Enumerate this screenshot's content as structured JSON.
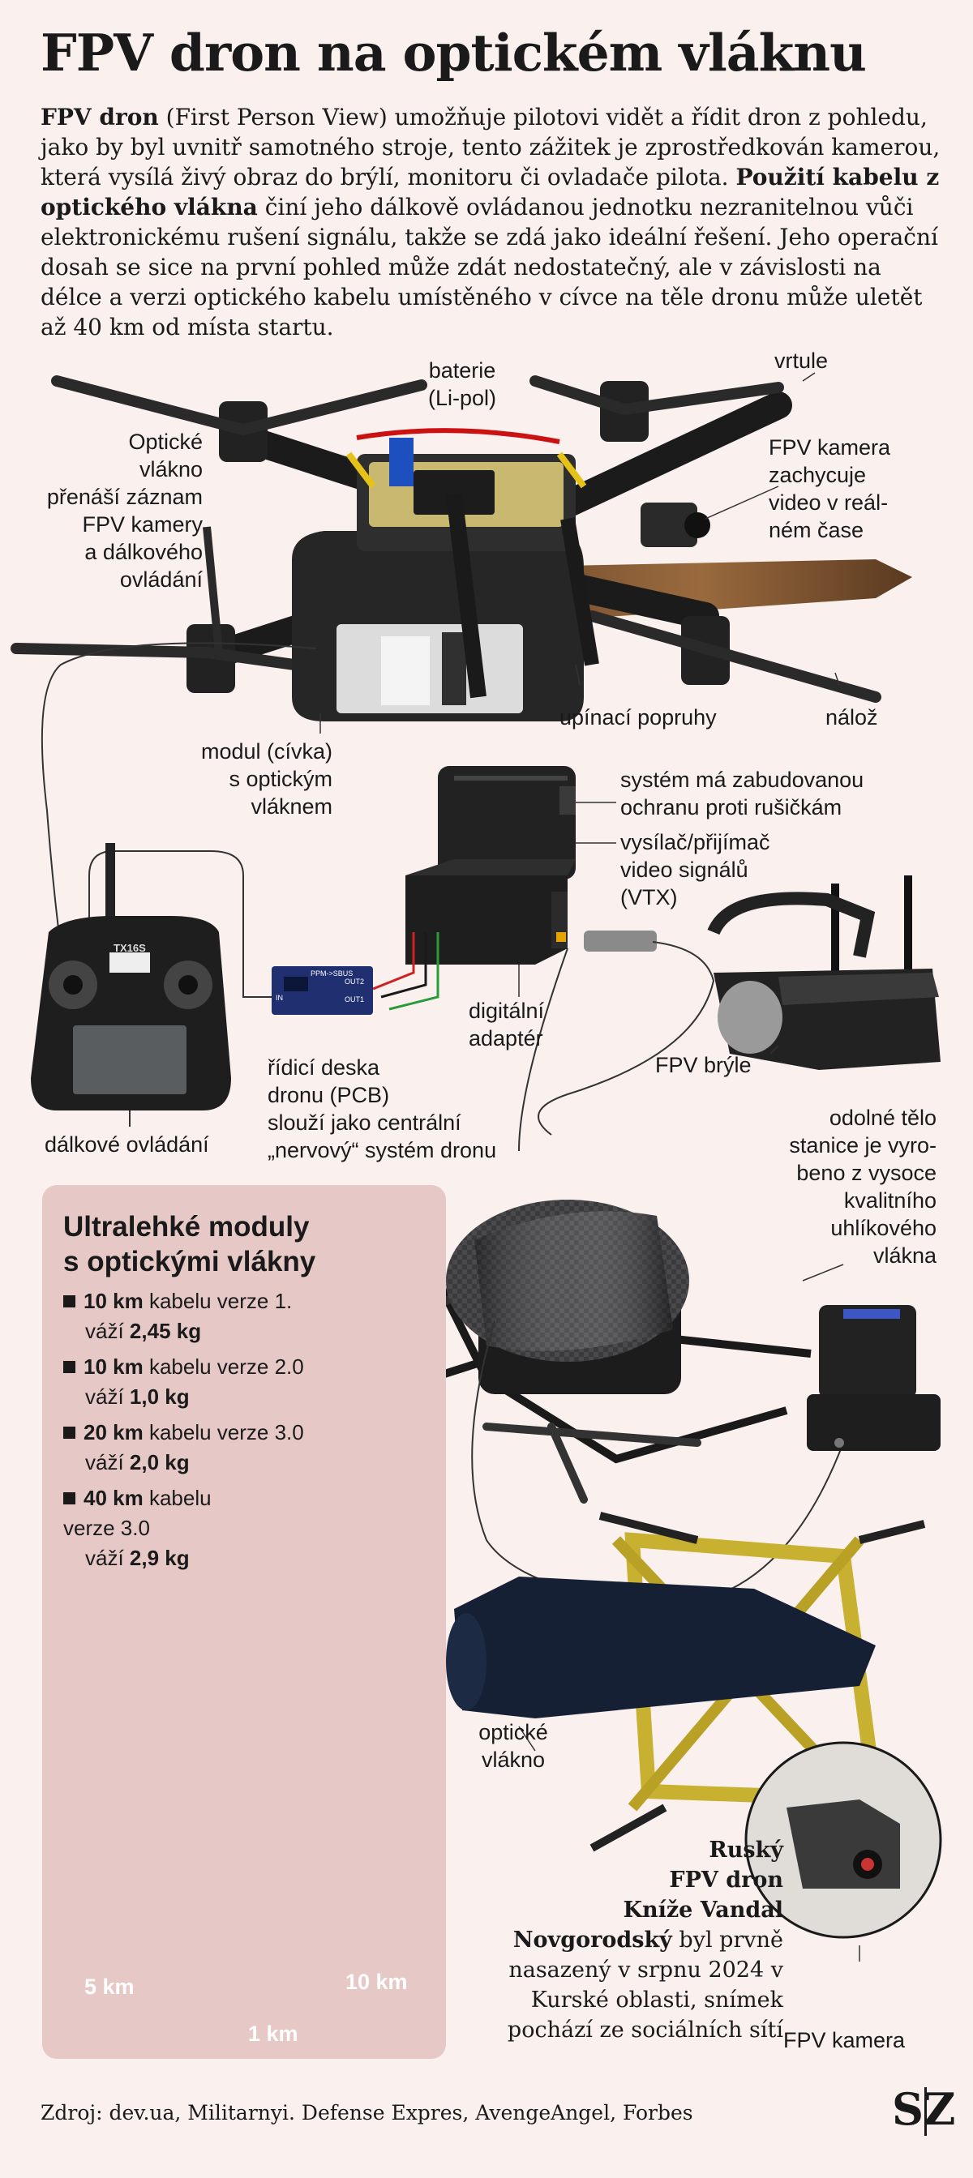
{
  "title": "FPV dron na optickém vláknu",
  "intro": {
    "lead_bold": "FPV dron",
    "lead_text": " (First Person View) umožňuje pilotovi vidět a řídit dron z pohledu, jako by byl uvnitř samotného stroje, tento zážitek je zprostředkován kamerou, která vysílá živý obraz do brýlí, monitoru či ovladače pilota.",
    "second_bold": "Použití kabelu z optického vlákna",
    "second_text": " činí jeho dálkově ovládanou jednotku nezranitelnou vůči elektronickému rušení signálu, takže se zdá jako ideální řešení. Jeho operační dosah se sice na první pohled může zdát nedostatečný, ale v závislosti na délce a verzi optického kabelu umístěného v cívce na těle dronu může uletět až 40 km od místa startu."
  },
  "labels": {
    "battery": "baterie\n(Li-pol)",
    "propeller": "vrtule",
    "fiber_transmits": "Optické\nvlákno\npřenáší záznam\nFPV kamery\na dálkového\novládání",
    "fpv_camera_top": "FPV kamera\nzachycuje\nvideo v reál-\nném čase",
    "straps": "upínací popruhy",
    "charge": "nálož",
    "module": "modul (cívka)\ns optickým\nvláknem",
    "jamming": "systém má zabudovanou\nochranu proti rušičkám",
    "vtx": "vysílač/přijímač\nvideo signálů\n(VTX)",
    "digital_adapter": "digitální\nadaptér",
    "goggles": "FPV brýle",
    "remote": "dálkové ovládání",
    "pcb": "řídicí deska\ndronu (PCB)\nslouží jako centrální\n„nervový“ systém dronu",
    "carbon_body": "odolné tělo\nstanice je vyro-\nbeno z vysoce\nkvalitního\nuhlíkového\nvlákna",
    "optical_fiber": "optické\nvlákno",
    "fpv_camera_bottom": "FPV kamera"
  },
  "device_text": {
    "remote_model": "TX16S",
    "pcb_chip": "PPM->SBUS",
    "pcb_out2": "OUT2",
    "pcb_in": "IN",
    "pcb_out1": "OUT1"
  },
  "modules": {
    "title": "Ultralehké moduly\ns optickými vlákny",
    "items": [
      {
        "len": "10 km",
        "text": " kabelu verze 1.",
        "weight_prefix": "váží ",
        "weight": "2,45 kg"
      },
      {
        "len": "10 km",
        "text": " kabelu verze 2.0",
        "weight_prefix": "váží ",
        "weight": "1,0 kg"
      },
      {
        "len": "20 km",
        "text": " kabelu verze 3.0",
        "weight_prefix": "váží ",
        "weight": "2,0 kg"
      },
      {
        "len": "40 km",
        "text": " kabelu\nverze 3.0",
        "weight_prefix": "váží ",
        "weight": "2,9 kg"
      }
    ],
    "cylinders": [
      "5 km",
      "1 km",
      "10 km"
    ]
  },
  "caption": {
    "bold": "Ruský\nFPV dron\nKníže Vandal\nNovgorodský",
    "text": " byl prvně nasazený v srpnu 2024 v Kurské oblasti, snímek pochází ze sociálních sítí"
  },
  "source": "Zdroj: dev.ua, Militarnyi. Defense Expres, AvengeAngel, Forbes",
  "logo": "SZ"
}
